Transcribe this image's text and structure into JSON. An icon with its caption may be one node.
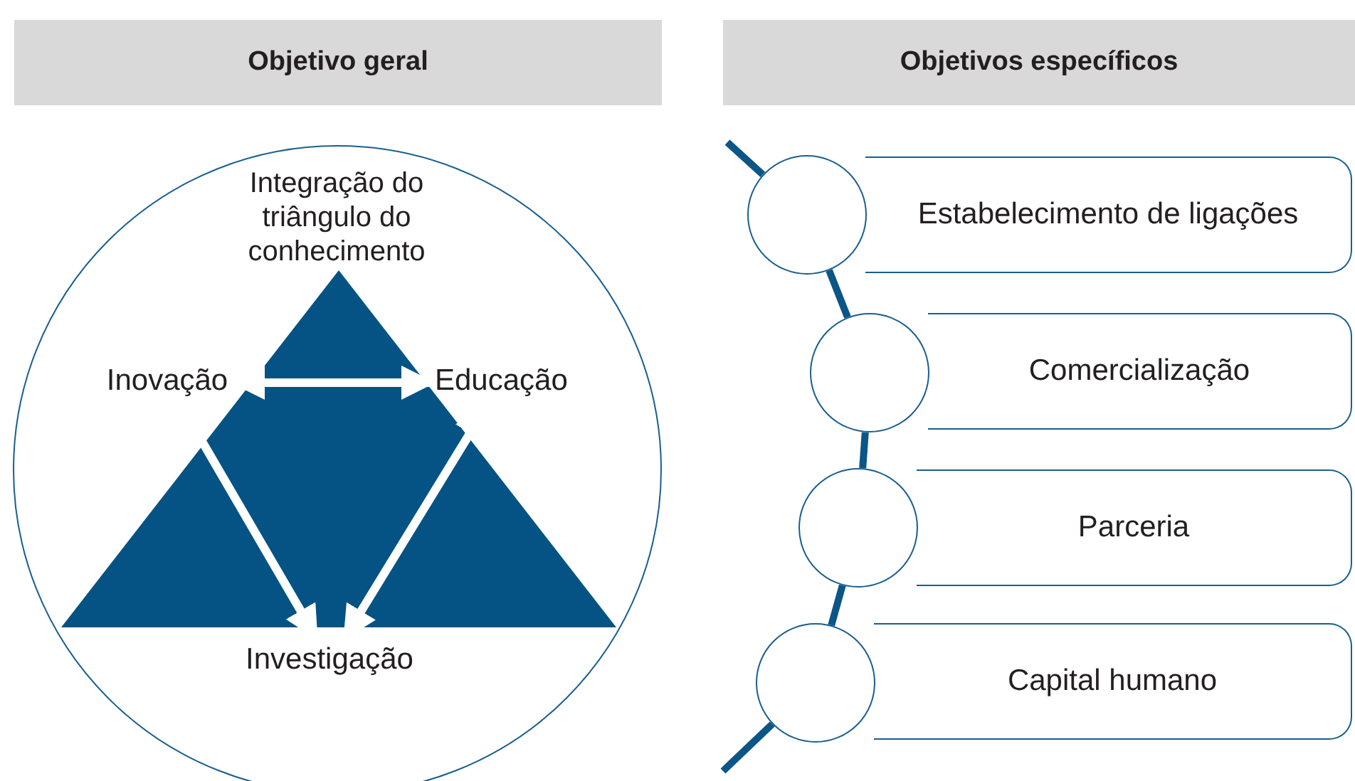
{
  "diagram": {
    "nodes": [
      {
        "text": [
          "Objetivo geral"
        ]
      },
      {
        "text": [
          "Objetivos específicos"
        ]
      },
      {
        "text": [
          "Integração do triângulo do conhecimento"
        ]
      },
      {
        "text": [
          "Inovação"
        ],
        "in": 2
      },
      {
        "text": [
          "Educação"
        ],
        "in": 2
      },
      {
        "text": [
          "Investigação"
        ],
        "in": 2
      },
      {
        "text": [],
        "shape": "circle"
      },
      {
        "text": [
          "Estabelecimento de ligações"
        ]
      },
      {
        "text": [],
        "shape": "circle"
      },
      {
        "text": [
          "Comercialização"
        ]
      },
      {
        "text": [],
        "shape": "circle"
      },
      {
        "text": [
          "Parceria"
        ]
      },
      {
        "text": [],
        "shape": "circle"
      },
      {
        "text": [
          "Capital humano"
        ]
      }
    ],
    "edges": [
      {
        "from": 3,
        "to": 4,
        "arrow": "both",
        "color": "#ffffff"
      },
      {
        "from": 3,
        "to": 5,
        "arrow": "both",
        "color": "#ffffff"
      },
      {
        "from": 4,
        "to": 5,
        "arrow": "both",
        "color": "#ffffff"
      },
      {
        "from": null,
        "to": 6,
        "arrow": "none"
      },
      {
        "from": 6,
        "to": 8,
        "arrow": "none"
      },
      {
        "from": 8,
        "to": 10,
        "arrow": "none"
      },
      {
        "from": 10,
        "to": 12,
        "arrow": "none"
      },
      {
        "from": 12,
        "to": null,
        "arrow": "none"
      }
    ]
  }
}
